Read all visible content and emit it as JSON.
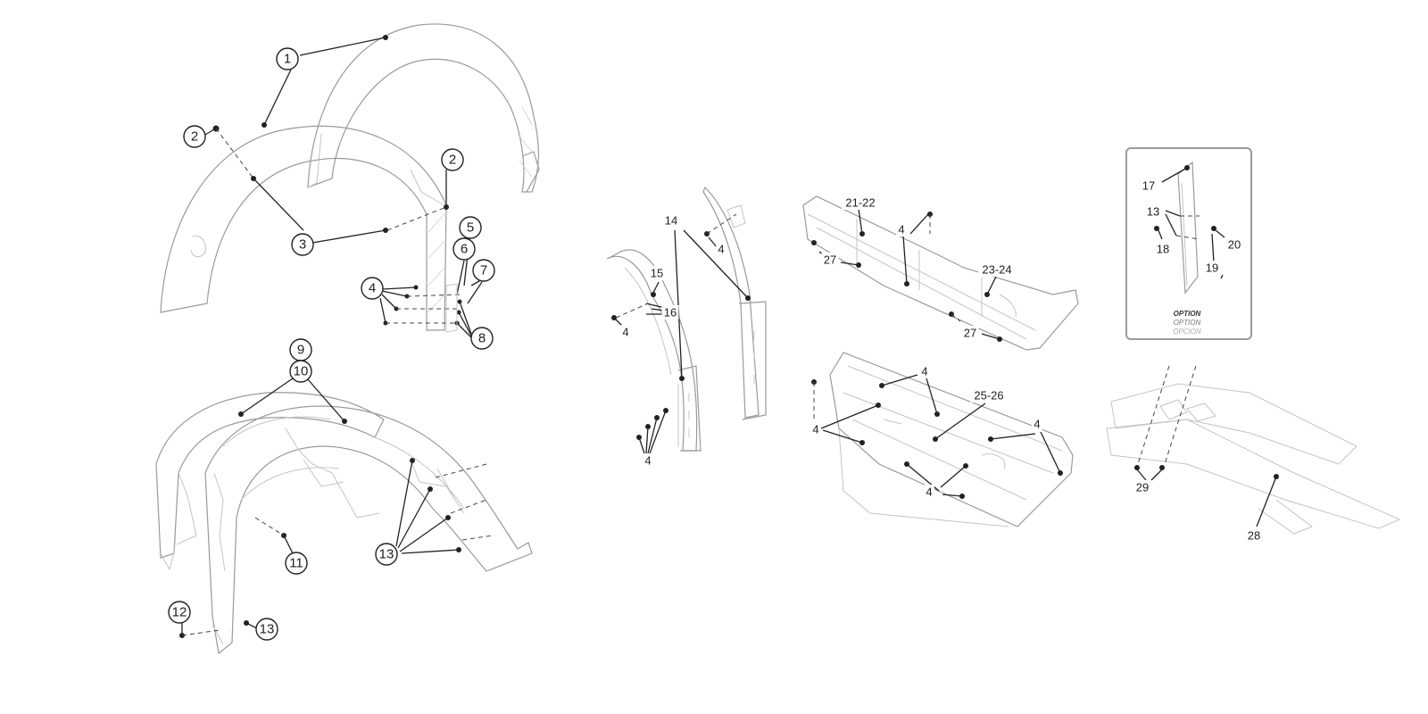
{
  "diagram": {
    "circled_labels": [
      "1",
      "2",
      "2",
      "3",
      "4",
      "5",
      "6",
      "7",
      "8",
      "9",
      "10",
      "11",
      "12",
      "13",
      "13"
    ],
    "plain_labels": [
      "14",
      "4",
      "15",
      "16",
      "4",
      "4",
      "21-22",
      "4",
      "27",
      "23-24",
      "27",
      "4",
      "25-26",
      "4",
      "4",
      "4",
      "17",
      "13",
      "18",
      "20",
      "19",
      "29",
      "28"
    ],
    "option_box": {
      "line1": "OPTION",
      "line2": "OPTION",
      "line3": "OPCION"
    }
  }
}
